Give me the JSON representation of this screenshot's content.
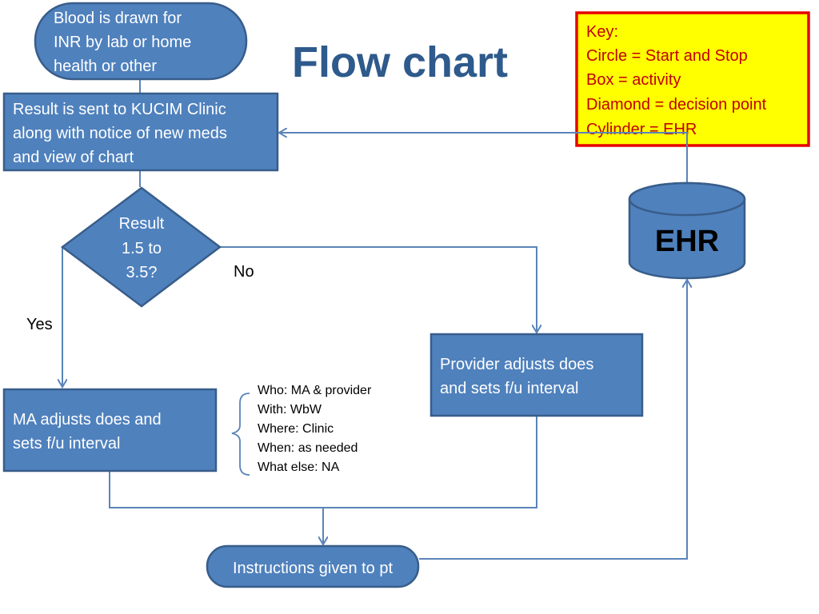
{
  "title": "Flow chart",
  "key": {
    "lines": [
      "Key:",
      "Circle = Start and Stop",
      "Box = activity",
      "Diamond = decision point",
      "Cylinder = EHR"
    ],
    "border_color": "#e60000",
    "fill_color": "#ffff00",
    "text_color": "#c00000"
  },
  "nodes": {
    "start": {
      "shape": "rounded",
      "lines": [
        "Blood is drawn for",
        "INR by lab or home",
        "health or other"
      ]
    },
    "result_sent": {
      "shape": "box",
      "lines": [
        "Result is sent to KUCIM Clinic",
        "along with notice of new meds",
        "and view of chart"
      ]
    },
    "decision": {
      "shape": "diamond",
      "lines": [
        "Result",
        "1.5 to",
        "3.5?"
      ]
    },
    "ma_adjusts": {
      "shape": "box",
      "lines": [
        "MA adjusts does and",
        "sets f/u interval"
      ]
    },
    "provider_adjusts": {
      "shape": "box",
      "lines": [
        "Provider adjusts does",
        "and sets f/u interval"
      ]
    },
    "instructions": {
      "shape": "rounded",
      "label": "Instructions given to pt"
    },
    "ehr": {
      "shape": "cylinder",
      "label": "EHR"
    }
  },
  "edge_labels": {
    "no": "No",
    "yes": "Yes"
  },
  "note": {
    "lines": [
      "Who: MA & provider",
      "With: WbW",
      "Where: Clinic",
      "When: as needed",
      "What else: NA"
    ]
  },
  "colors": {
    "node_fill": "#4f81bd",
    "node_stroke": "#385d8a",
    "edge": "#5a84b8",
    "title": "#2e5a8c"
  }
}
